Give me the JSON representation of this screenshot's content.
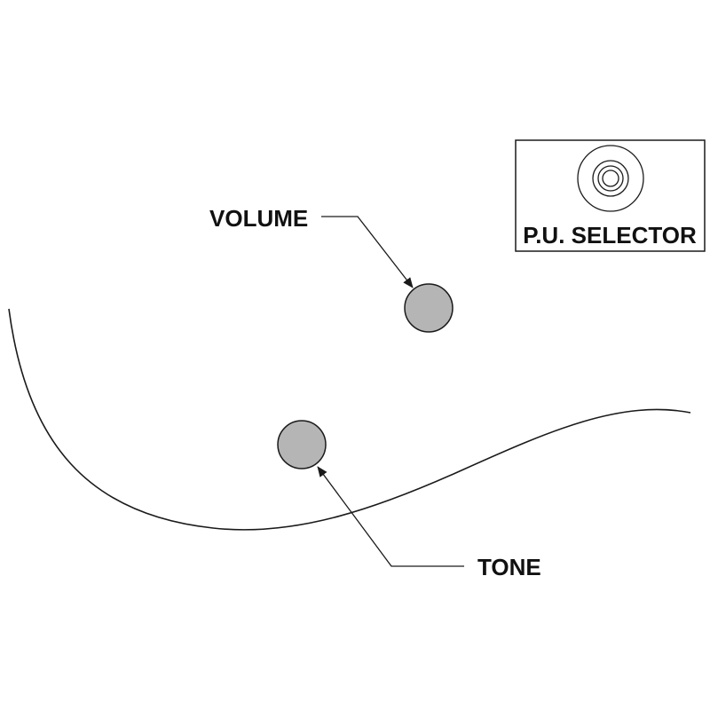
{
  "labels": {
    "volume": "VOLUME",
    "tone": "TONE",
    "selector": "P.U. SELECTOR"
  },
  "colors": {
    "knob_fill": "#b5b5b5",
    "line": "#1a1a1a",
    "background": "#ffffff"
  }
}
